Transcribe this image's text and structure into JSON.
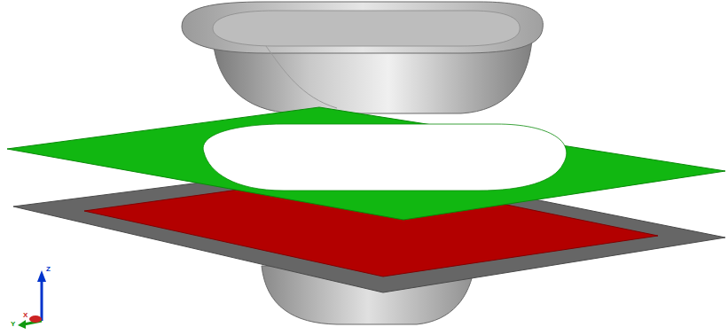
{
  "diagram": {
    "labels": [
      "Z",
      "X",
      "Y"
    ]
  }
}
